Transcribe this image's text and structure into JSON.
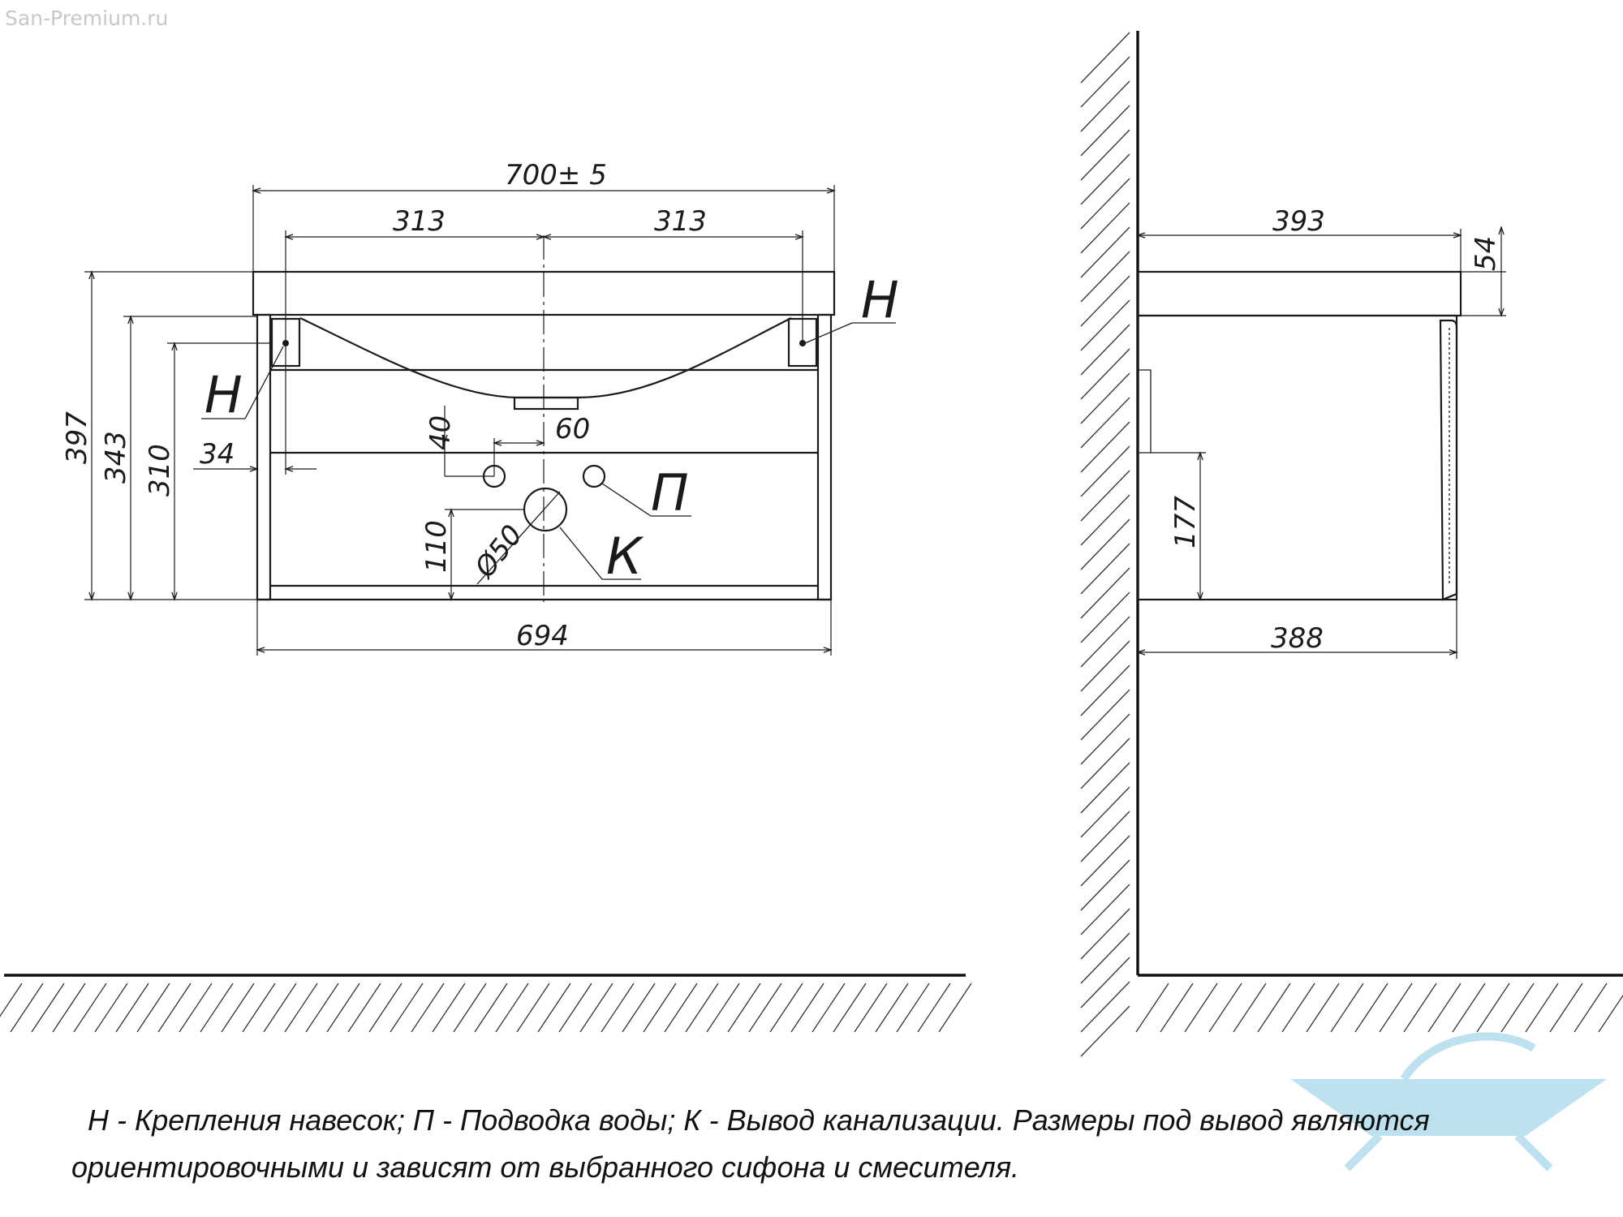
{
  "watermark": "San-Premium.ru",
  "front_view": {
    "dimensions": {
      "overall_width": "700± 5",
      "half_left": "313",
      "half_right": "313",
      "body_width": "694",
      "height_total": "397",
      "height_body": "343",
      "height_mount": "310",
      "offset_side": "34",
      "drain_offset_top": "40",
      "water_spacing": "60",
      "drain_height": "110",
      "drain_diameter": "Ø50"
    },
    "labels": {
      "mount_left": "Н",
      "mount_right": "Н",
      "water": "П",
      "drain": "К"
    }
  },
  "side_view": {
    "dimensions": {
      "top_depth": "393",
      "top_thickness": "54",
      "mount_height": "177",
      "body_depth": "388"
    }
  },
  "notes": {
    "line1": "Н - Крепления навесок; П - Подводка воды; К - Вывод канализации. Размеры под вывод являются",
    "line2": "ориентировочными и зависят от выбранного сифона и смесителя."
  },
  "colors": {
    "ink": "#1a1a1a",
    "logo": "#a9d8ea"
  },
  "icons": {
    "logo": "bathtub-logo-icon"
  }
}
